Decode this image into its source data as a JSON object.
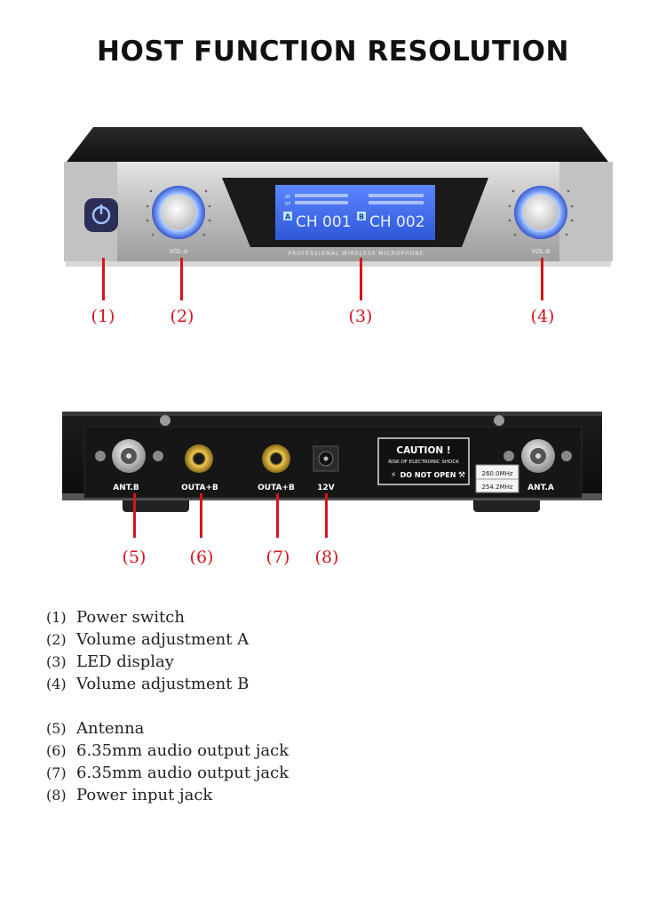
{
  "title": "HOST FUNCTION RESOLUTION",
  "front_panel": {
    "label_vol_a": "VOL-A",
    "label_vol_b": "VOL-B",
    "brand_text": "PROFESSIONAL  WIRELESS  MICROPHONE",
    "lcd": {
      "channel_a": "CH 001",
      "channel_b": "CH 002",
      "badge_a": "A",
      "badge_b": "B",
      "af": "AF",
      "rf": "RF"
    }
  },
  "rear_panel": {
    "label_ant_b": "ANT.B",
    "label_out_1": "OUTA+B",
    "label_out_2": "OUTA+B",
    "label_power": "12V",
    "label_ant_a": "ANT.A",
    "caution_title": "CAUTION !",
    "caution_sub": "RISK OF ELECTRONIC SHOCK",
    "caution_warn": "DO NOT OPEN",
    "freq_1": "260.0MHz",
    "freq_2": "254.2MHz"
  },
  "callouts": [
    "(1)",
    "(2)",
    "(3)",
    "(4)",
    "(5)",
    "(6)",
    "(7)",
    "(8)"
  ],
  "legend_group_1": [
    {
      "num": "(1)",
      "text": "Power switch"
    },
    {
      "num": "(2)",
      "text": "Volume adjustment A"
    },
    {
      "num": "(3)",
      "text": "LED display"
    },
    {
      "num": "(4)",
      "text": "Volume adjustment B"
    }
  ],
  "legend_group_2": [
    {
      "num": "(5)",
      "text": "Antenna"
    },
    {
      "num": "(6)",
      "text": "6.35mm audio output jack"
    },
    {
      "num": "(7)",
      "text": "6.35mm audio output jack"
    },
    {
      "num": "(8)",
      "text": "Power input jack"
    }
  ],
  "colors": {
    "callout": "#d6141c",
    "lcd": "#3d6cf0",
    "panel": "#c9c9c9"
  }
}
